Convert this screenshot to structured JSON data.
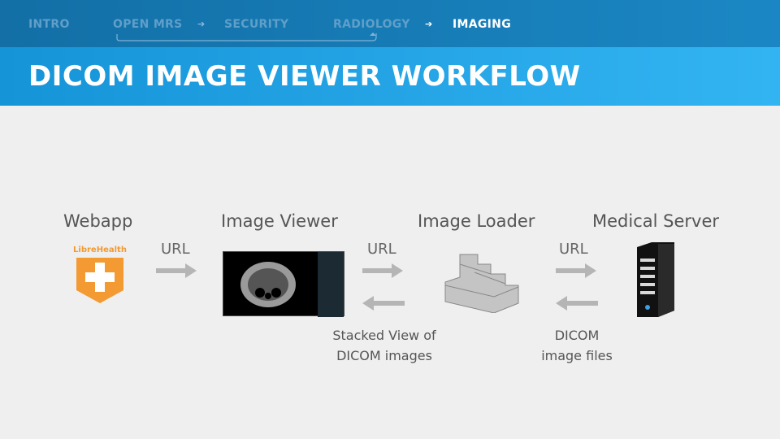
{
  "nav": {
    "items": [
      "INTRO",
      "OPEN MRS",
      "SECURITY",
      "RADIOLOGY",
      "IMAGING"
    ],
    "active": "IMAGING"
  },
  "title": "DICOM IMAGE VIEWER WORKFLOW",
  "nodes": [
    {
      "label": "Webapp",
      "logo_text": "LibreHealth"
    },
    {
      "label": "Image Viewer"
    },
    {
      "label": "Image Loader"
    },
    {
      "label": "Medical Server"
    }
  ],
  "edges": {
    "url1": "URL",
    "url2": "URL",
    "url3": "URL",
    "back1": [
      "Stacked View of",
      "DICOM images"
    ],
    "back2": [
      "DICOM",
      "image files"
    ]
  },
  "colors": {
    "accent": "#1a9ee0",
    "orange": "#f39a32"
  }
}
